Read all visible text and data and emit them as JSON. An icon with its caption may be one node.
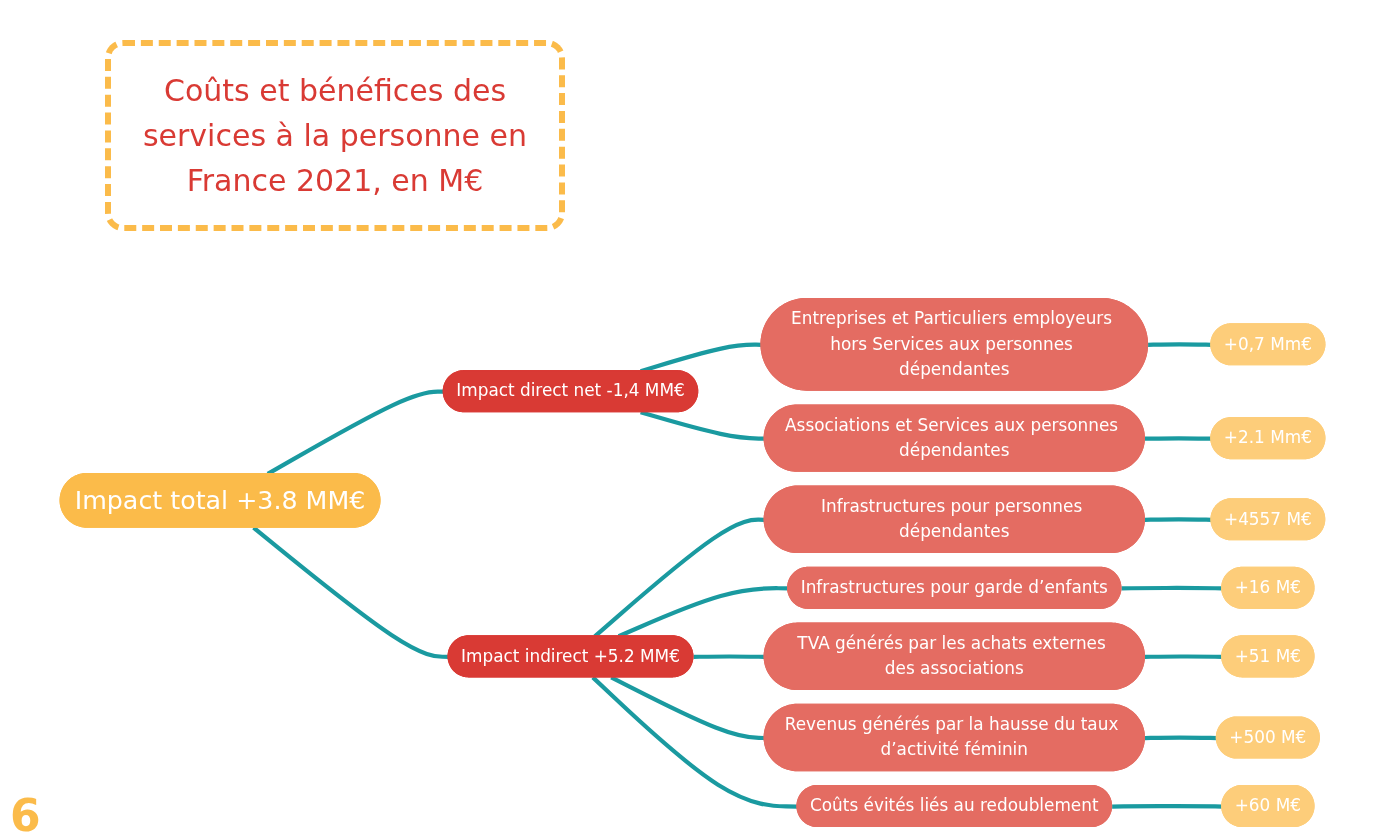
{
  "diagram": {
    "title": "Coûts et bénéfices des services à la personne en France 2021, en M€",
    "nodes": [
      {
        "text": [
          "Impact total +3.8 MM€"
        ]
      },
      {
        "text": [
          "Impact direct net -1,4 MM€"
        ]
      },
      {
        "text": [
          "Impact indirect +5.2 MM€"
        ]
      },
      {
        "text": [
          "Entreprises et Particuliers employeurs hors Services aux personnes dépendantes"
        ]
      },
      {
        "text": [
          "+0,7 Mm€"
        ]
      },
      {
        "text": [
          "Associations et Services aux personnes dépendantes"
        ]
      },
      {
        "text": [
          "+2.1 Mm€"
        ]
      },
      {
        "text": [
          "Infrastructures pour personnes dépendantes"
        ]
      },
      {
        "text": [
          "+4557 M€"
        ]
      },
      {
        "text": [
          "Infrastructures pour garde d’enfants"
        ]
      },
      {
        "text": [
          "+16 M€"
        ]
      },
      {
        "text": [
          "TVA générés par les achats externes des associations"
        ]
      },
      {
        "text": [
          "+51 M€"
        ]
      },
      {
        "text": [
          "Revenus générés par la hausse du taux d’activité féminin"
        ]
      },
      {
        "text": [
          "+500 M€"
        ]
      },
      {
        "text": [
          "Coûts évités liés au redoublement"
        ]
      },
      {
        "text": [
          "+60 M€"
        ]
      }
    ],
    "edges": [
      {
        "from": 0,
        "to": 1,
        "arrow": "none"
      },
      {
        "from": 0,
        "to": 2,
        "arrow": "none"
      },
      {
        "from": 1,
        "to": 3,
        "arrow": "none"
      },
      {
        "from": 1,
        "to": 5,
        "arrow": "none"
      },
      {
        "from": 2,
        "to": 7,
        "arrow": "none"
      },
      {
        "from": 2,
        "to": 9,
        "arrow": "none"
      },
      {
        "from": 2,
        "to": 11,
        "arrow": "none"
      },
      {
        "from": 2,
        "to": 13,
        "arrow": "none"
      },
      {
        "from": 2,
        "to": 15,
        "arrow": "none"
      },
      {
        "from": 3,
        "to": 4,
        "arrow": "none"
      },
      {
        "from": 5,
        "to": 6,
        "arrow": "none"
      },
      {
        "from": 7,
        "to": 8,
        "arrow": "none"
      },
      {
        "from": 9,
        "to": 10,
        "arrow": "none"
      },
      {
        "from": 11,
        "to": 12,
        "arrow": "none"
      },
      {
        "from": 13,
        "to": 14,
        "arrow": "none"
      },
      {
        "from": 15,
        "to": 16,
        "arrow": "none"
      }
    ],
    "labels": [
      "6"
    ]
  }
}
